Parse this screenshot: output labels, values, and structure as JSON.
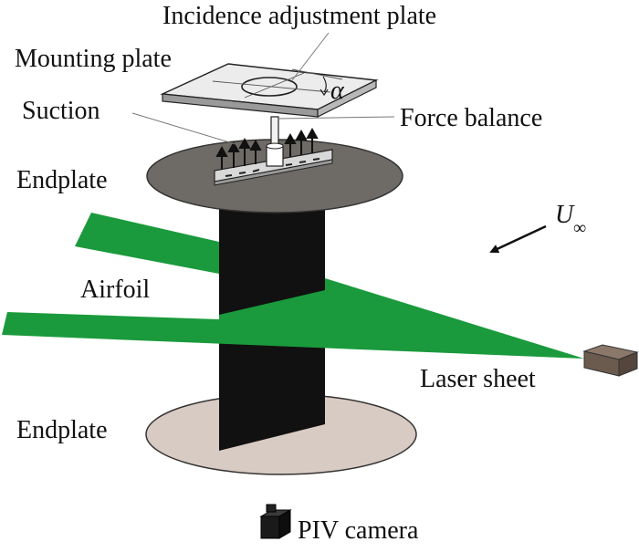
{
  "labels": {
    "incidence_plate": "Incidence adjustment plate",
    "mounting_plate": "Mounting plate",
    "alpha": "α",
    "suction": "Suction",
    "force_balance": "Force balance",
    "endplate_top": "Endplate",
    "freestream_symbol": "U",
    "freestream_subscript": "∞",
    "airfoil": "Airfoil",
    "laser_sheet": "Laser sheet",
    "endplate_bottom": "Endplate",
    "piv_camera": "PIV camera"
  },
  "colors": {
    "laser_sheet": "#1a9a3c",
    "airfoil": "#111111",
    "endplate_top": "#6e6a66",
    "endplate_bottom": "#d8cbc4",
    "laser_box": "#6b5a4e",
    "camera": "#1a1a1a"
  }
}
